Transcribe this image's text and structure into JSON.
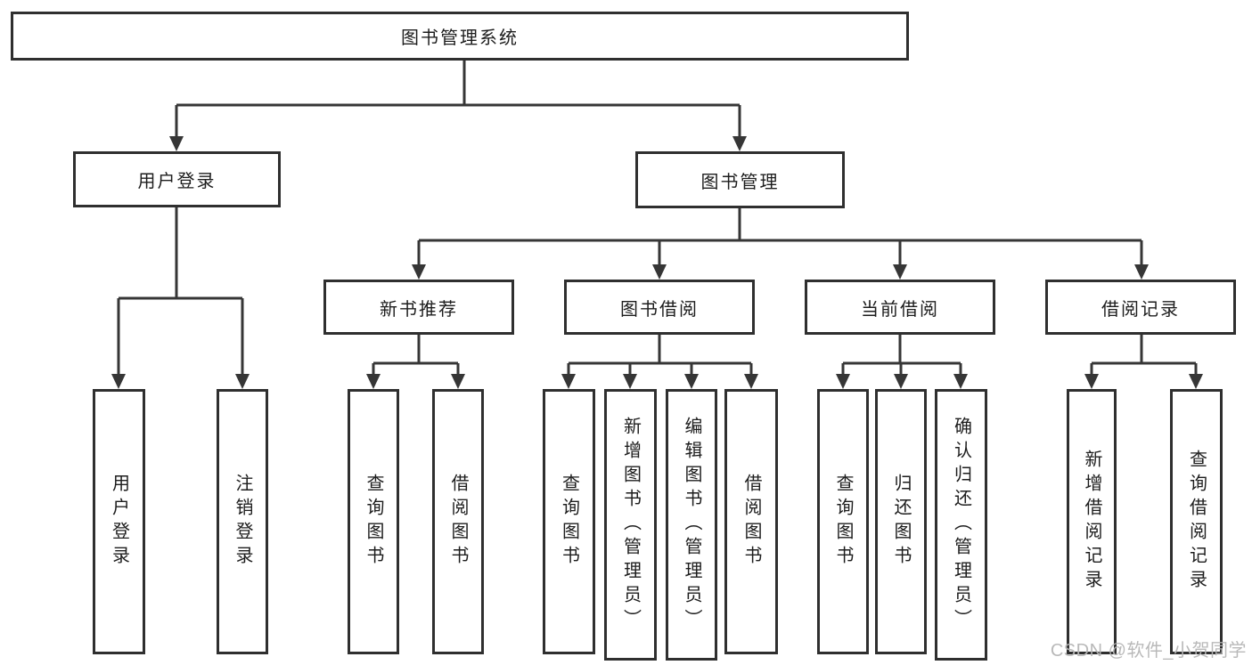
{
  "diagram": {
    "root": {
      "label": "图书管理系统"
    },
    "level2": [
      {
        "label": "用户登录",
        "children": [
          "用户登录",
          "注销登录"
        ]
      },
      {
        "label": "图书管理"
      }
    ],
    "level3": [
      {
        "label": "新书推荐",
        "children": [
          "查询图书",
          "借阅图书"
        ]
      },
      {
        "label": "图书借阅",
        "children": [
          "查询图书",
          "新增图书（管理员）",
          "编辑图书（管理员）",
          "借阅图书"
        ]
      },
      {
        "label": "当前借阅",
        "children": [
          "查询图书",
          "归还图书",
          "确认归还（管理员）"
        ]
      },
      {
        "label": "借阅记录",
        "children": [
          "新增借阅记录",
          "查询借阅记录"
        ]
      }
    ]
  },
  "watermark": {
    "text": "CSDN @软件_小贺同学",
    "color": "#b6b6b6"
  },
  "colors": {
    "line": "#363636",
    "border": "#2f2f2f",
    "text": "#1d1d1d",
    "background": "#ffffff"
  }
}
